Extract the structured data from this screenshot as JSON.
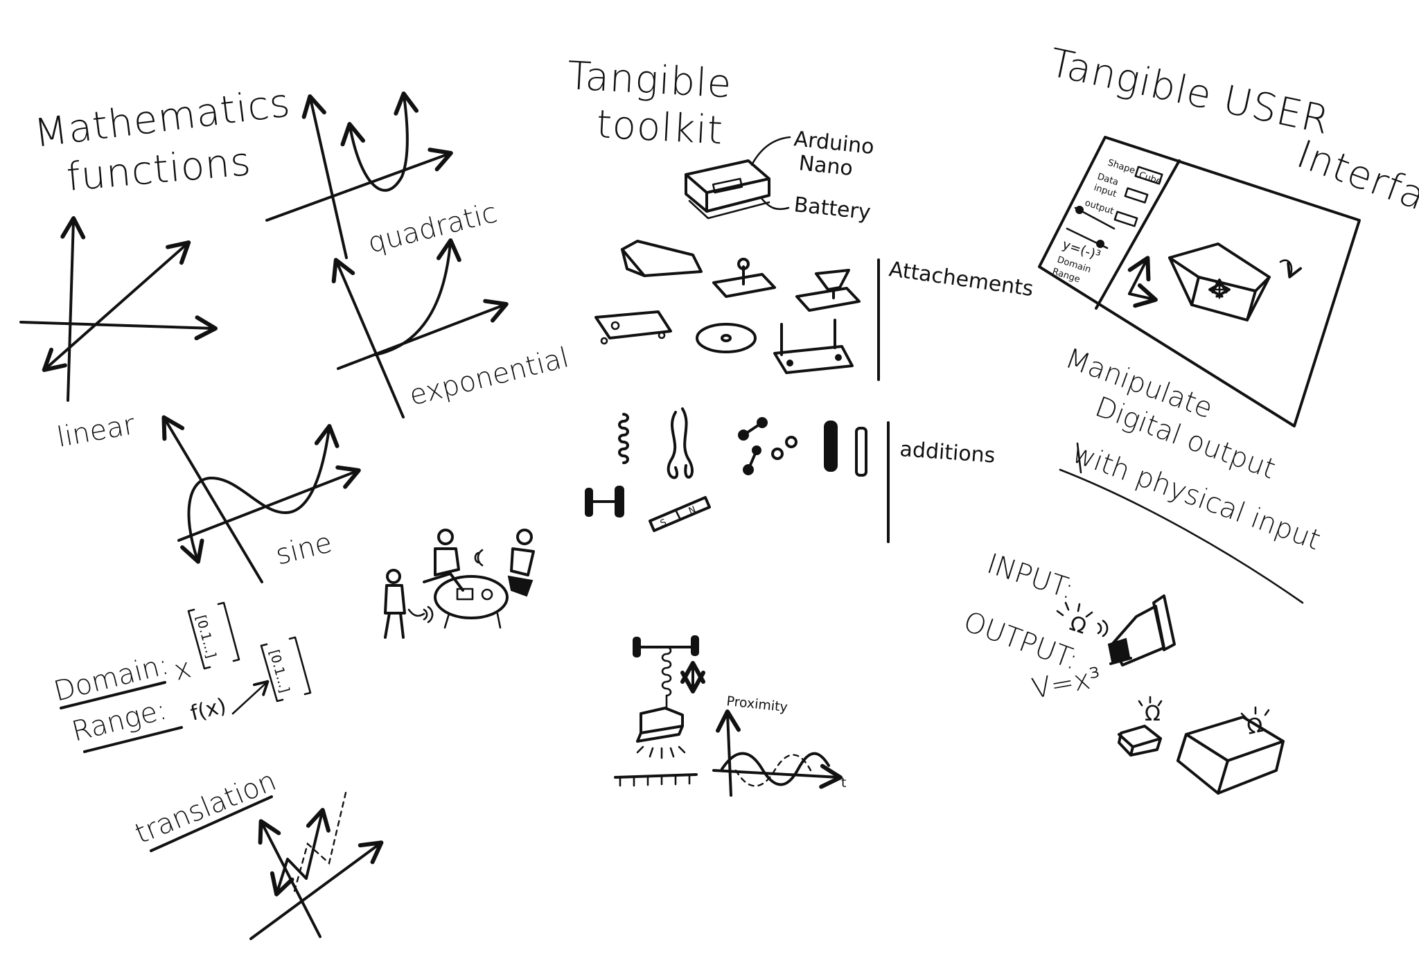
{
  "math": {
    "title_line1": "Mathematics",
    "title_line2": "functions",
    "linear": "linear",
    "quadratic": "quadratic",
    "exponential": "exponential",
    "sine": "sine",
    "domain_label": "Domain:",
    "domain_var": "x",
    "domain_set": "[0.1...]",
    "range_label": "Range:",
    "range_var": "f(x)",
    "range_set": "[0.1...]",
    "translation": "translation"
  },
  "toolkit": {
    "title_line1": "Tangible",
    "title_line2": "toolkit",
    "arduino_line1": "Arduino",
    "arduino_line2": "Nano",
    "battery": "Battery",
    "attachements": "Attachements",
    "additions": "additions",
    "proximity": "Proximity",
    "time_axis": "t",
    "magnet_s": "S",
    "magnet_n": "N"
  },
  "tui": {
    "title_line1": "Tangible USER",
    "title_line2": "Interface",
    "panel_shape_label": "Shape",
    "panel_shape_value": "Cube",
    "panel_data_input_line1": "Data",
    "panel_data_input_line2": "input",
    "panel_output": "output",
    "panel_formula": "y=(-)³",
    "panel_domain": "Domain",
    "panel_range": "Range",
    "manipulate_line1": "Manipulate",
    "manipulate_line2": "Digital output",
    "manipulate_line3": "with physical input",
    "input_label": "INPUT:",
    "output_label": "OUTPUT:",
    "output_formula": "V=x³",
    "omega": "Ω"
  }
}
